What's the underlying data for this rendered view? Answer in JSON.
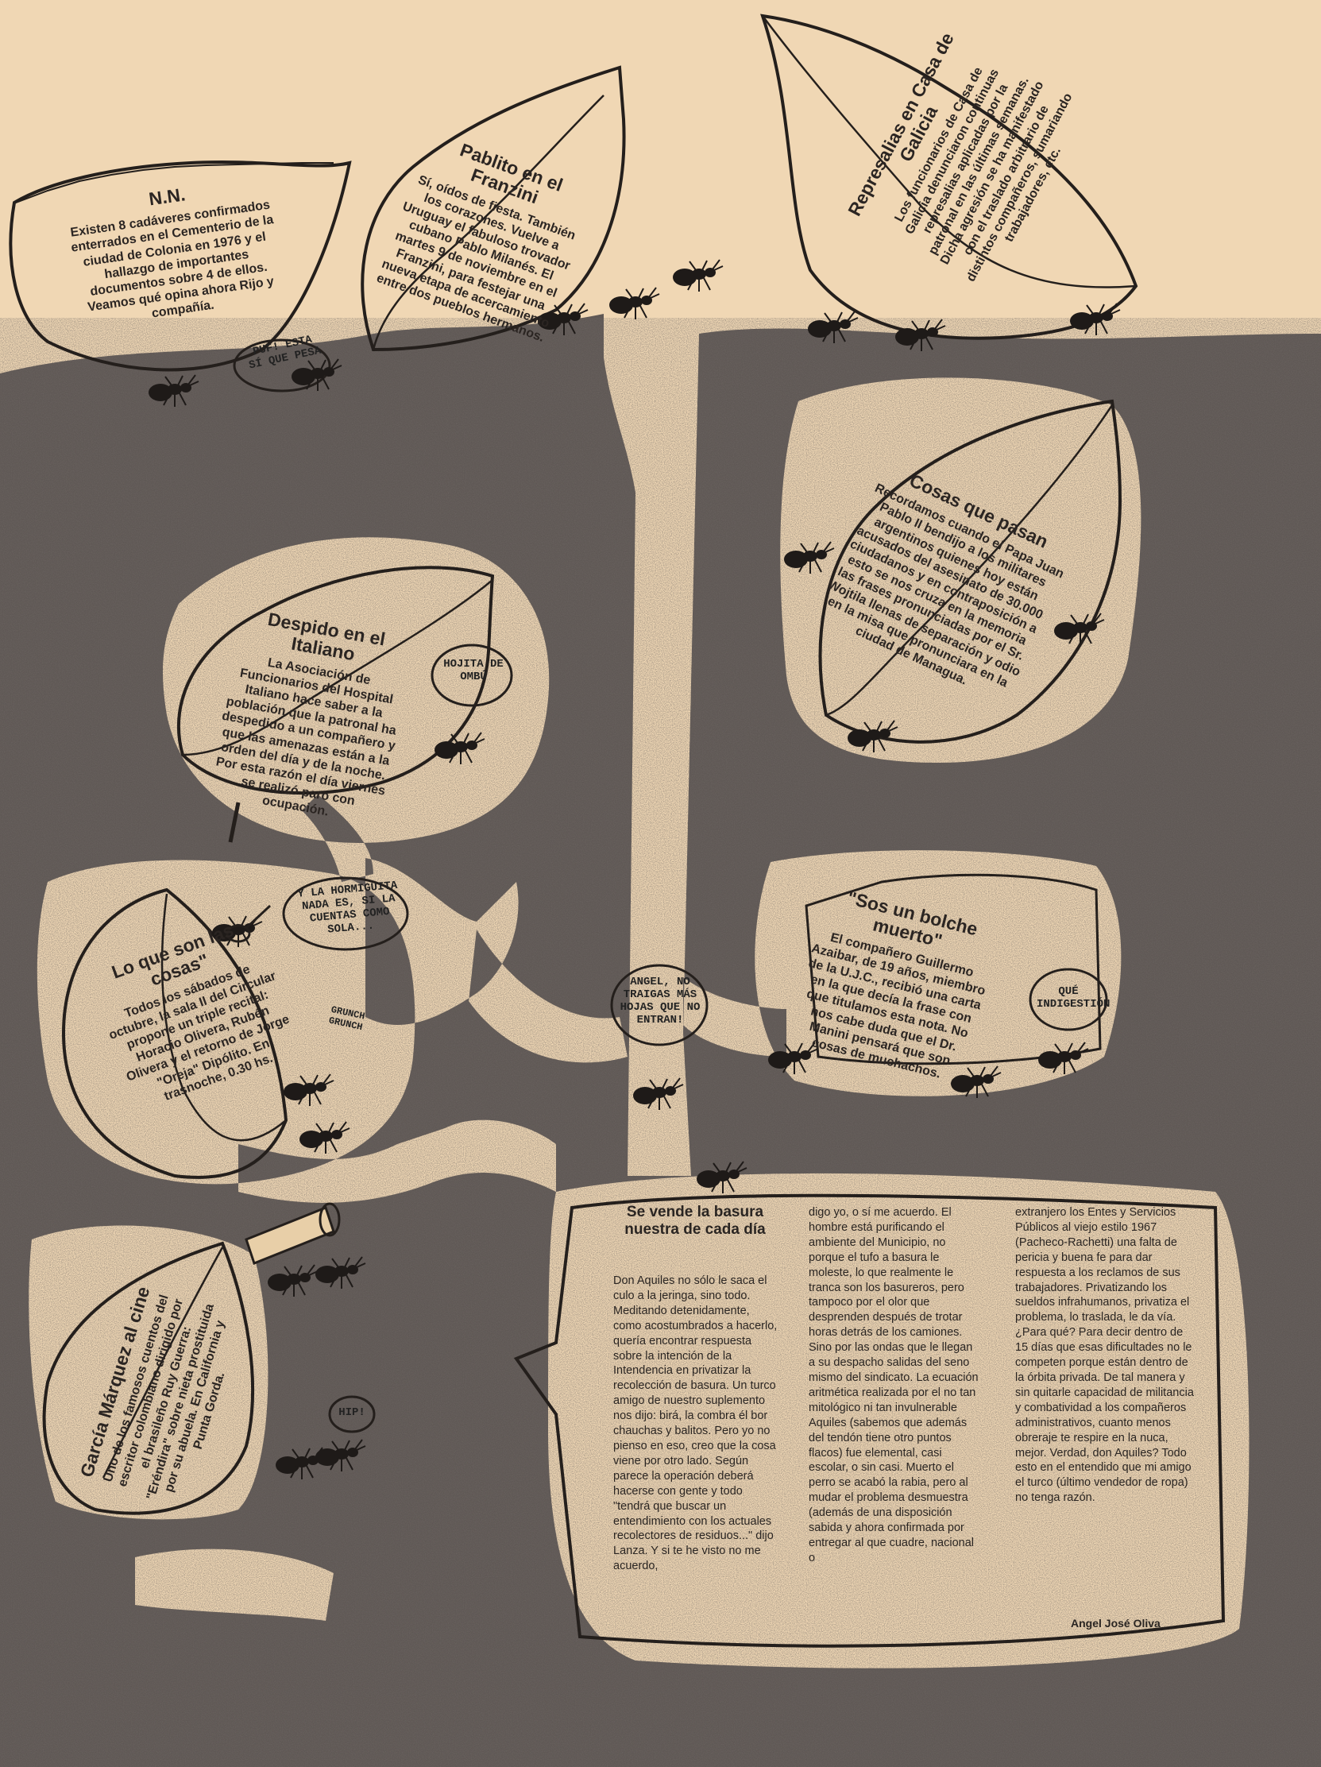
{
  "colors": {
    "paper": "#f0d7b4",
    "ink": "#2b2522",
    "soil": "#5c5552"
  },
  "icons": [
    "leaf-icon",
    "ant-icon",
    "guitar-icon",
    "telescope-icon"
  ],
  "notes": {
    "nn": {
      "title": "N.N.",
      "body": "Existen 8 cadáveres confirmados enterrados en el Cementerio de la ciudad de Colonia en 1976 y el hallazgo de importantes documentos sobre 4 de ellos. Veamos qué opina ahora Rijo y compañía."
    },
    "pablito": {
      "title": "Pablito en el Franzini",
      "body": "Sí, oídos de fiesta. También los corazones. Vuelve a Uruguay el fabuloso trovador cubano Pablo Milanés. El martes 9 de noviembre en el Franzini, para festejar una nueva etapa de acercamiento entre dos pueblos hermanos."
    },
    "represalias": {
      "title": "Represalias en Casa de Galicia",
      "body": "Los funcionarios de Casa de Galicia denunciaron continuas represalias aplicadas por la patronal en las últimas semanas. Dicha agresión se ha manifestado con el traslado arbitrario de distintos compañeros, sumariando trabajadores, etc."
    },
    "cosas": {
      "title": "Cosas que pasan",
      "body": "Recordamos cuando el Papa Juan Pablo II bendijo a los militares argentinos quienes hoy están acusados del asesinato de 30.000 ciudadanos y en contraposición a esto se nos cruza en la memoria las frases pronunciadas por el Sr. Wojtila llenas de separación y odio en la misa que pronunciara en la ciudad de Managua."
    },
    "despido": {
      "title": "Despido en el Italiano",
      "body": "La Asociación de Funcionarios del Hospital Italiano hace saber a la población que la patronal ha despedido a un compañero y que las amenazas están a la orden del día y de la noche. Por esta razón el día viernes se realizó paro con ocupación."
    },
    "bolche": {
      "title": "\"Sos un bolche muerto\"",
      "body": "El compañero Guillermo Azaibar, de 19 años, miembro de la U.J.C., recibió una carta en la que decía la frase con que titulamos esta nota. No nos cabe duda que el Dr. Manini pensará que son cosas de muchachos."
    },
    "loque": {
      "title": "Lo que son las cosas\"",
      "body": "Todos los sábados de octubre, la sala II del Circular propone un triple recital: Horacio Olivera, Rubén Olivera y el retorno de Jorge \"Oreja\" Dipólito. En trasnoche, 0.30 hs."
    },
    "garcia": {
      "title": "García Márquez al cine",
      "body": "Uno de los famosos cuentos del escritor colombiano dirigido por el brasileño Ruy Guerra: \"Eréndira\" sobre nieta prostituida por su abuela. En California y Punta Gorda."
    }
  },
  "bubbles": {
    "puf": "PUF! ESTA SÍ QUE PESA",
    "hojita": "HOJITA DE OMBÚ",
    "hormiguita": "Y LA HORMIGUITA NADA ES, SI LA CUENTAS COMO SOLA...",
    "angel": "ANGEL, NO TRAIGAS MÁS HOJAS QUE NO ENTRAN!",
    "indigestion": "QUÉ INDIGESTIÓN",
    "grunch": "GRUNCH GRUNCH",
    "hip": "HIP!"
  },
  "article": {
    "title": "Se vende la basura nuestra de cada día",
    "col1": "Don Aquiles no sólo le saca el culo a la jeringa, sino todo. Meditando detenidamente, como acostumbrados a hacerlo, quería encontrar respuesta sobre la intención de la Intendencia en privatizar la recolección de basura. Un turco amigo de nuestro suplemento nos dijo: birá, la combra él bor chauchas y balitos. Pero yo no pienso en eso, creo que la cosa viene por otro lado. Según parece la operación deberá hacerse con gente y todo \"tendrá que buscar un entendimiento con los actuales recolectores de residuos...\" dijo Lanza. Y si te he visto no me acuerdo,",
    "col2": "digo yo, o sí me acuerdo. El hombre está purificando el ambiente del Municipio, no porque el tufo a basura le moleste, lo que realmente le tranca son los basureros, pero tampoco por el olor que desprenden después de trotar horas detrás de los camiones. Sino por las ondas que le llegan a su despacho salidas del seno mismo del sindicato. La ecuación aritmética realizada por el no tan mitológico ni tan invulnerable Aquiles (sabemos que además del tendón tiene otro puntos flacos) fue elemental, casi escolar, o sin casi. Muerto el perro se acabó la rabia, pero al mudar el problema desmuestra (además de una disposición sabida y ahora confirmada por entregar al que cuadre, nacional o",
    "col3": "extranjero los Entes y Servicios Públicos al viejo estilo 1967 (Pacheco-Rachetti) una falta de pericia y buena fe para dar respuesta a los reclamos de sus trabajadores. Privatizando los sueldos infrahumanos, privatiza el problema, lo traslada, le da vía. ¿Para qué? Para decir dentro de 15 días que esas dificultades no le competen porque están dentro de la órbita privada. De tal manera y sin quitarle capacidad de militancia y combatividad a los compañeros administrativos, cuanto menos obreraje te respire en la nuca, mejor. Verdad, don Aquiles? Todo esto en el entendido que mi amigo el turco (último vendedor de ropa) no tenga razón.",
    "signature": "Angel José Oliva"
  }
}
